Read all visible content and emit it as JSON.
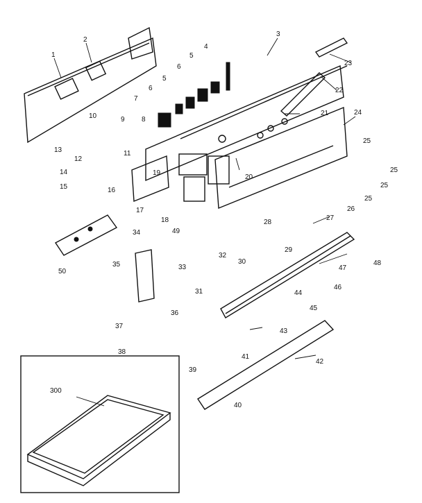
{
  "diagram": {
    "type": "exploded-parts-diagram",
    "callouts": [
      "1",
      "2",
      "3",
      "4",
      "5",
      "5",
      "6",
      "6",
      "7",
      "8",
      "9",
      "10",
      "11",
      "12",
      "13",
      "14",
      "15",
      "16",
      "17",
      "18",
      "19",
      "20",
      "21",
      "22",
      "23",
      "24",
      "25",
      "25",
      "25",
      "25",
      "26",
      "27",
      "28",
      "29",
      "30",
      "31",
      "32",
      "33",
      "34",
      "35",
      "36",
      "37",
      "38",
      "39",
      "40",
      "41",
      "42",
      "43",
      "44",
      "45",
      "46",
      "47",
      "48",
      "49",
      "50",
      "300"
    ]
  }
}
